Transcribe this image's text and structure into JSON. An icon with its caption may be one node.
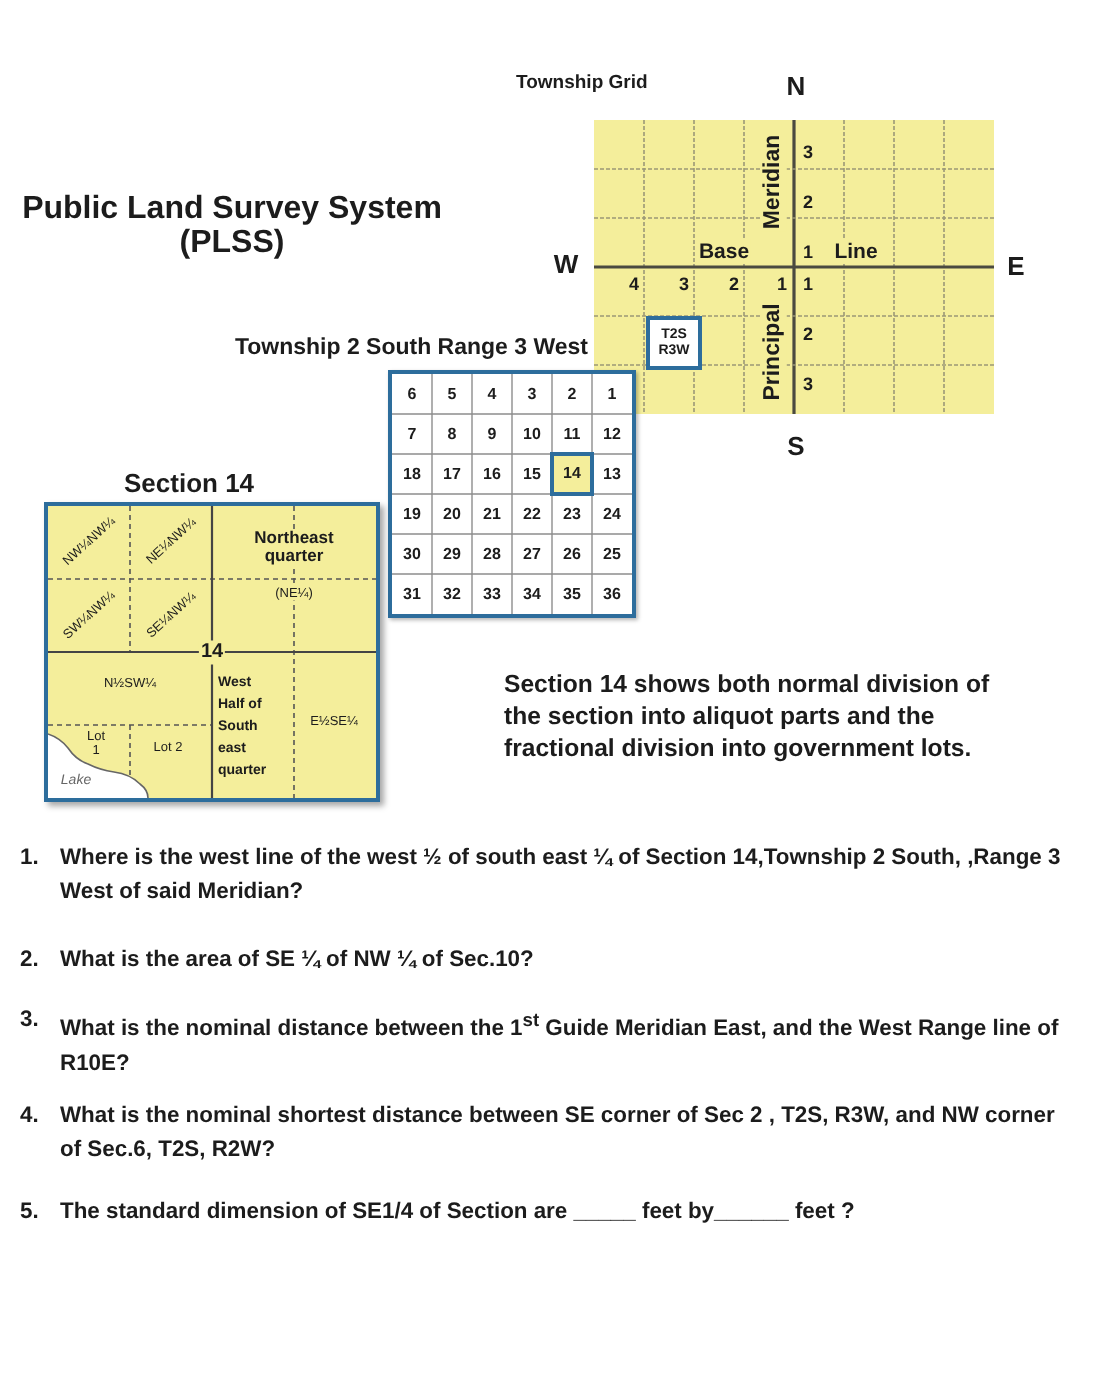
{
  "diagram": {
    "title": "Public Land Survey System (PLSS)",
    "nodes": [
      {
        "text": [
          "Township Grid"
        ]
      },
      {
        "text": [
          "T2S R3W"
        ],
        "in": 0
      },
      {
        "text": [
          "Township 2 South Range 3 West"
        ]
      },
      {
        "text": [
          "14"
        ],
        "in": 2
      },
      {
        "text": [
          "Section 14"
        ]
      }
    ],
    "labels": [
      "N",
      "Meridian",
      "3",
      "2",
      "W",
      "Base",
      "1",
      "Line",
      "E",
      "4",
      "3",
      "2",
      "1",
      "1",
      "Principal",
      "2",
      "3",
      "S",
      "6",
      "5",
      "4",
      "3",
      "2",
      "1",
      "7",
      "8",
      "9",
      "10",
      "11",
      "12",
      "18",
      "17",
      "16",
      "15",
      "13",
      "19",
      "20",
      "21",
      "22",
      "23",
      "24",
      "30",
      "29",
      "28",
      "27",
      "26",
      "25",
      "31",
      "32",
      "33",
      "34",
      "35",
      "36",
      "NW¼NW¼",
      "NE¼NW¼",
      "Northeast quarter",
      "SW¼NW¼",
      "SE¼NW¼",
      "(NE¼)",
      "14",
      "N½SW¼",
      "West Half of South east quarter",
      "E½SE¼",
      "Lot 1",
      "Lot 2",
      "Lake",
      "Section 14 shows both normal division of the section into aliquot parts and the fractional division into government lots.",
      "1.",
      "Where is the west line of the west ½ of south east ¼ of Section 14,Township 2 South, ,Range 3 West of said Meridian?",
      "2.",
      "What is the area of SE ¼ of NW ¼ of Sec.10?",
      "3.",
      "What is the nominal distance between the 1$^{st}$ Guide Meridian East, and the West Range line of R10E?",
      "4.",
      "What is the nominal shortest distance between SE corner of Sec 2 , T2S, R3W, and NW corner of Sec.6, T2S, R2W?",
      "5.",
      "The standard dimension of SE1/4 of Section are _____ feet by______ feet ?"
    ]
  }
}
